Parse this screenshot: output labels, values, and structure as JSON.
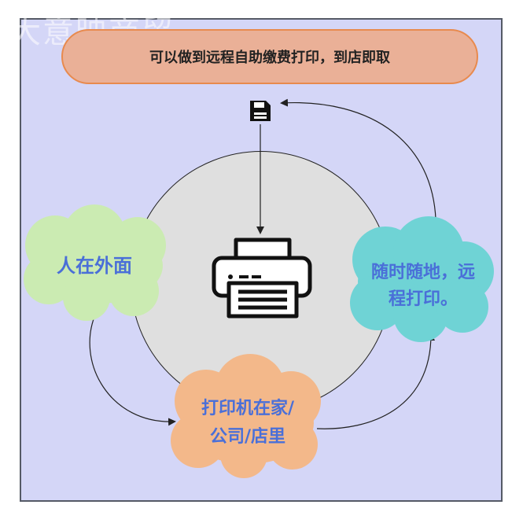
{
  "watermark": "大意映商贸",
  "banner": {
    "text": "可以做到远程自助缴费打印，到店即取"
  },
  "nodes": {
    "outside": {
      "label": "人在外面",
      "fill": "#cbebb2"
    },
    "anytime": {
      "label_line1": "随时随地，远",
      "label_line2": "程打印。",
      "fill": "#6fd3d5"
    },
    "printer_location": {
      "label_line1": "打印机在家/",
      "label_line2": "公司/店里",
      "fill": "#f3b88a"
    }
  },
  "icons": {
    "top": "save-icon",
    "center": "printer-icon"
  },
  "colors": {
    "background": "#d4d6f7",
    "text_blue": "#4a6fd8",
    "banner_fill": "#eab097",
    "banner_border": "#e88a4e"
  }
}
